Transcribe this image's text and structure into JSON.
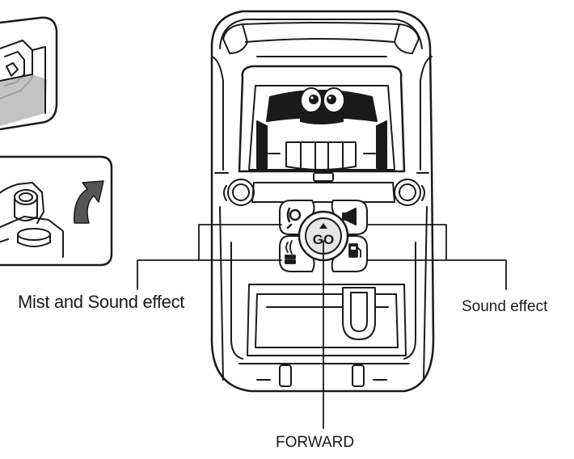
{
  "labels": {
    "mist_sound": "Mist and Sound effect",
    "sound_effect": "Sound effect",
    "forward": "FORWARD",
    "go_button": "GO"
  },
  "colors": {
    "ink": "#1a1a1a",
    "gray_fill": "#b8b8b8",
    "light_gray": "#e6e6e6",
    "background": "#ffffff"
  },
  "icons": [
    "refuel-pump-icon",
    "horn-icon",
    "mist-spray-icon",
    "gas-pump-icon",
    "curved-arrow-icon"
  ]
}
